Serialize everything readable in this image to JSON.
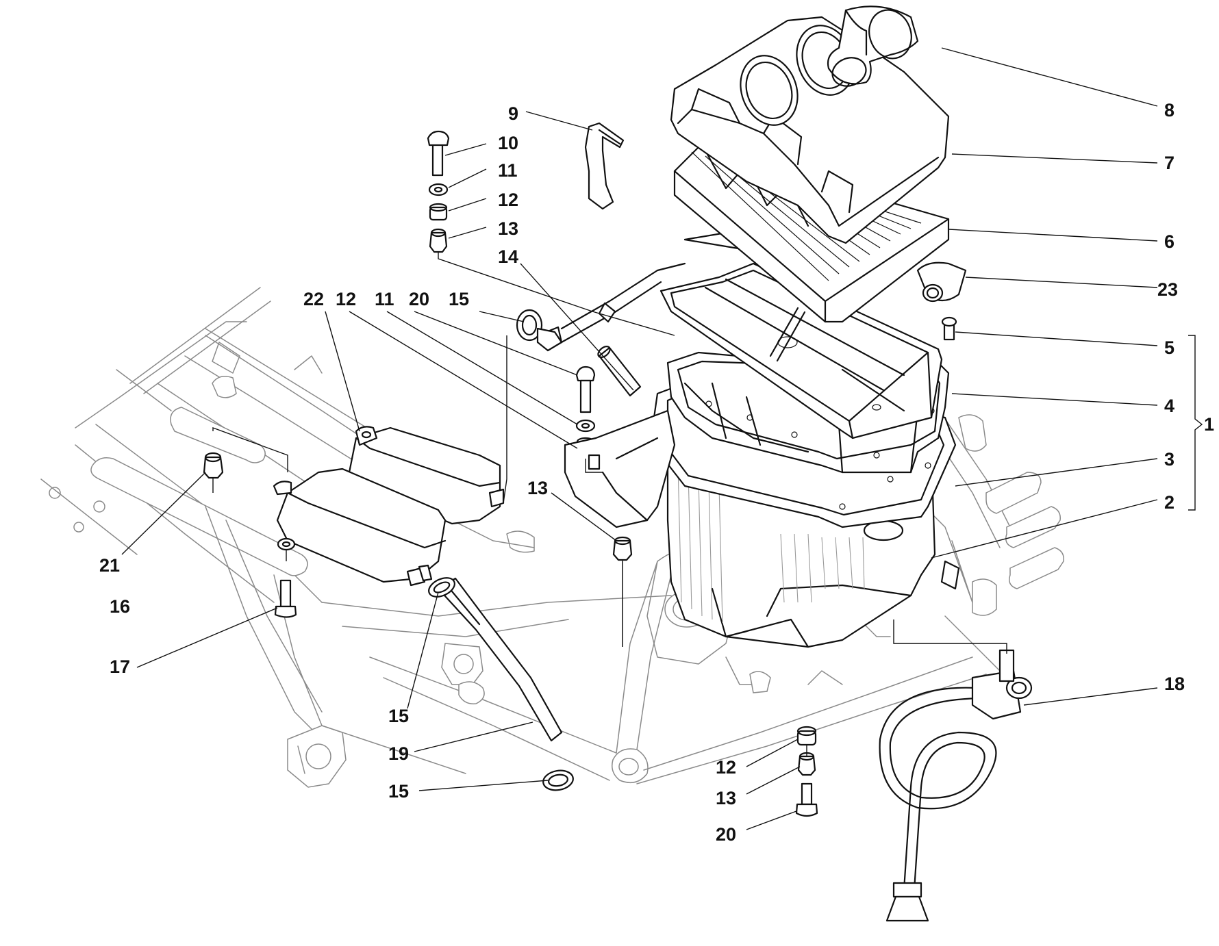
{
  "diagram": {
    "callouts": [
      {
        "id": "c8",
        "label": "8"
      },
      {
        "id": "c7",
        "label": "7"
      },
      {
        "id": "c6",
        "label": "6"
      },
      {
        "id": "c23",
        "label": "23"
      },
      {
        "id": "c5",
        "label": "5"
      },
      {
        "id": "c4",
        "label": "4"
      },
      {
        "id": "c3",
        "label": "3"
      },
      {
        "id": "c2",
        "label": "2"
      },
      {
        "id": "c1",
        "label": "1"
      },
      {
        "id": "c9",
        "label": "9"
      },
      {
        "id": "c10",
        "label": "10"
      },
      {
        "id": "c11a",
        "label": "11"
      },
      {
        "id": "c12a",
        "label": "12"
      },
      {
        "id": "c13a",
        "label": "13"
      },
      {
        "id": "c14",
        "label": "14"
      },
      {
        "id": "c22",
        "label": "22"
      },
      {
        "id": "c12b",
        "label": "12"
      },
      {
        "id": "c11b",
        "label": "11"
      },
      {
        "id": "c20a",
        "label": "20"
      },
      {
        "id": "c15a",
        "label": "15"
      },
      {
        "id": "c13b",
        "label": "13"
      },
      {
        "id": "c21",
        "label": "21"
      },
      {
        "id": "c16",
        "label": "16"
      },
      {
        "id": "c17",
        "label": "17"
      },
      {
        "id": "c15b",
        "label": "15"
      },
      {
        "id": "c19",
        "label": "19"
      },
      {
        "id": "c15c",
        "label": "15"
      },
      {
        "id": "c12c",
        "label": "12"
      },
      {
        "id": "c13c",
        "label": "13"
      },
      {
        "id": "c20b",
        "label": "20"
      },
      {
        "id": "c18",
        "label": "18"
      }
    ]
  }
}
